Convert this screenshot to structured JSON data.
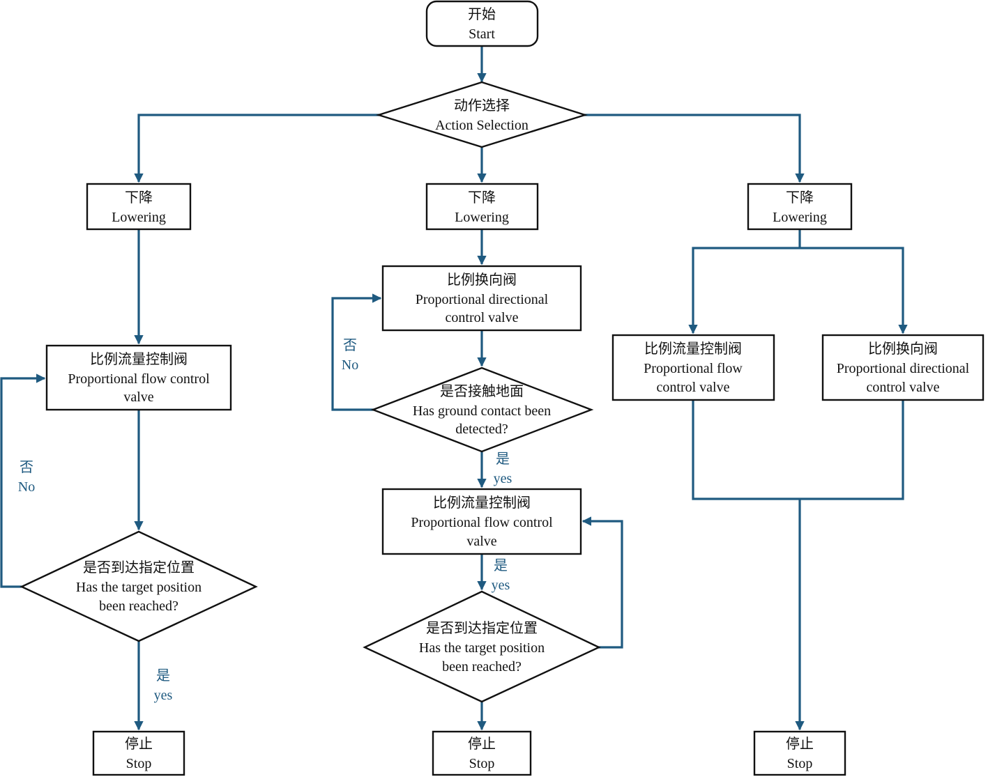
{
  "colors": {
    "edge": "#1f5a80",
    "edge_label": "#1f5a80",
    "node_stroke": "#111111",
    "text": "#111111"
  },
  "nodes": {
    "start": [
      "开始",
      "Start"
    ],
    "action": [
      "动作选择",
      "Action Selection"
    ],
    "lower_left": [
      "下降",
      "Lowering"
    ],
    "lower_mid": [
      "下降",
      "Lowering"
    ],
    "lower_right": [
      "下降",
      "Lowering"
    ],
    "flow_left": [
      "比例流量控制阀",
      "Proportional flow control",
      "valve"
    ],
    "dir_mid": [
      "比例换向阀",
      "Proportional directional",
      "control valve"
    ],
    "ground": [
      "是否接触地面",
      "Has ground contact been",
      "detected?"
    ],
    "flow_mid": [
      "比例流量控制阀",
      "Proportional flow control",
      "valve"
    ],
    "reach_left": [
      "是否到达指定位置",
      "Has the target position",
      "been reached?"
    ],
    "reach_mid": [
      "是否到达指定位置",
      "Has the target position",
      "been reached?"
    ],
    "flow_right_a": [
      "比例流量控制阀",
      "Proportional flow",
      "control valve"
    ],
    "dir_right_b": [
      "比例换向阀",
      "Proportional directional",
      "control valve"
    ],
    "stop_left": [
      "停止",
      "Stop"
    ],
    "stop_mid": [
      "停止",
      "Stop"
    ],
    "stop_right": [
      "停止",
      "Stop"
    ]
  },
  "edge_labels": {
    "no_left": [
      "否",
      "No"
    ],
    "yes_left": [
      "是",
      "yes"
    ],
    "no_mid": [
      "否",
      "No"
    ],
    "yes_ground": [
      "是",
      "yes"
    ],
    "yes_flow_mid": [
      "是",
      "yes"
    ]
  }
}
